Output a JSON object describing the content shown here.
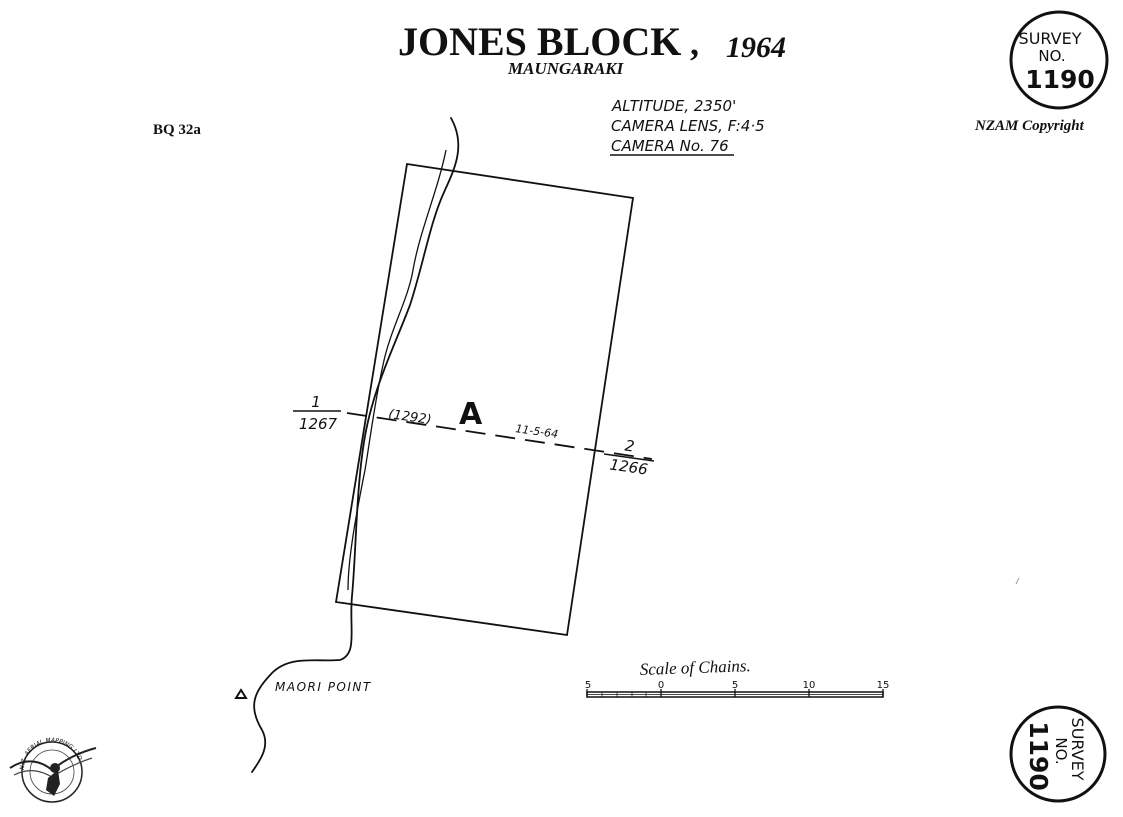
{
  "title": {
    "main": "JONES BLOCK",
    "comma": ",",
    "year": "1964",
    "locality": "MAUNGARAKI"
  },
  "sheet_ref": "BQ 32a",
  "copyright": "NZAM Copyright",
  "flight_info": {
    "altitude": "ALTITUDE, 2350'",
    "lens": "CAMERA LENS, F:4·5",
    "camera": "CAMERA No. 76"
  },
  "survey_stamp_top": {
    "line1": "SURVEY",
    "line2": "NO.",
    "number": "1190"
  },
  "survey_stamp_bottom": {
    "line1": "SURVEY",
    "line2": "NO.",
    "number": "1190"
  },
  "flight_line": {
    "run_label": "A",
    "reference": "(1292)",
    "date": "11-5-64",
    "start": {
      "frame": "1",
      "negative": "1267"
    },
    "end": {
      "frame": "2",
      "negative": "1266"
    }
  },
  "landmark": {
    "name": "MAORI POINT"
  },
  "scale_bar": {
    "title": "Scale of Chains.",
    "ticks": [
      "5",
      "0",
      "5",
      "10",
      "15"
    ]
  },
  "logo": {
    "text": "N.Z. AERIAL MAPPING LTD."
  },
  "colors": {
    "ink": "#111111",
    "paper": "#ffffff"
  }
}
